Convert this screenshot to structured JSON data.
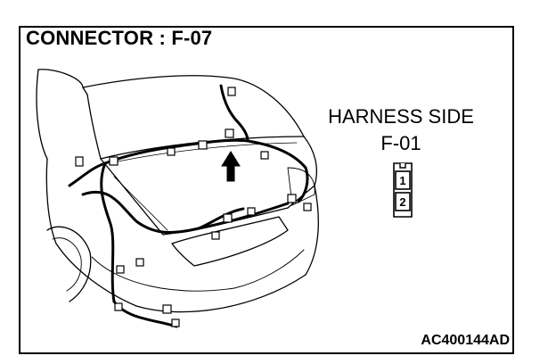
{
  "diagram": {
    "title": "CONNECTOR : F-07",
    "harness_side_label": "HARNESS SIDE",
    "harness_connector_id": "F-01",
    "pins": [
      "1",
      "2"
    ],
    "reference_code": "AC400144AD"
  }
}
